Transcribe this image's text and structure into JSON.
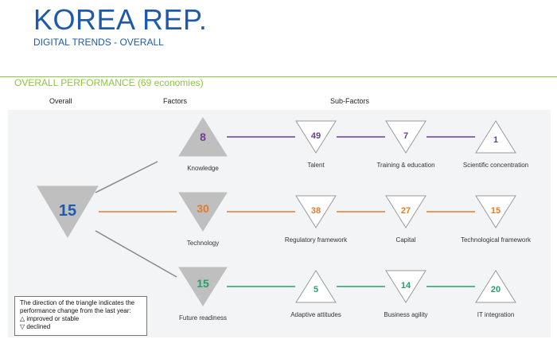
{
  "header": {
    "title": "KOREA REP.",
    "subtitle": "DIGITAL TRENDS - OVERALL"
  },
  "section": {
    "title": "OVERALL PERFORMANCE",
    "economies": "(69 economies)"
  },
  "columns": {
    "overall": "Overall",
    "factors": "Factors",
    "subfactors": "Sub-Factors"
  },
  "overall": {
    "rank": "15",
    "direction": "declined",
    "color": "#1f5aa8"
  },
  "factors": [
    {
      "name": "Knowledge",
      "rank": "8",
      "direction": "improved",
      "color": "#6a3d9a",
      "subfactors": [
        {
          "name": "Talent",
          "rank": "49",
          "direction": "declined"
        },
        {
          "name": "Training & education",
          "rank": "7",
          "direction": "declined"
        },
        {
          "name": "Scientific concentration",
          "rank": "1",
          "direction": "improved"
        }
      ]
    },
    {
      "name": "Technology",
      "rank": "30",
      "direction": "declined",
      "color": "#e07b2e",
      "subfactors": [
        {
          "name": "Regulatory framework",
          "rank": "38",
          "direction": "declined"
        },
        {
          "name": "Capital",
          "rank": "27",
          "direction": "declined"
        },
        {
          "name": "Technological framework",
          "rank": "15",
          "direction": "declined"
        }
      ]
    },
    {
      "name": "Future readiness",
      "rank": "15",
      "direction": "declined",
      "color": "#2a9d6b",
      "subfactors": [
        {
          "name": "Adaptive attitudes",
          "rank": "5",
          "direction": "improved"
        },
        {
          "name": "Business agility",
          "rank": "14",
          "direction": "declined"
        },
        {
          "name": "IT integration",
          "rank": "20",
          "direction": "improved"
        }
      ]
    }
  ],
  "legend": {
    "line1": "The direction of the triangle indicates the",
    "line2": "performance change from the last year:",
    "improved": "improved or stable",
    "declined": "declined",
    "improved_symbol": "△",
    "declined_symbol": "▽"
  },
  "colors": {
    "brand_blue": "#1f5aa8",
    "accent_green": "#8dc63f",
    "triangle_gray": "#bfbfbf",
    "connector_gray": "#888888"
  }
}
